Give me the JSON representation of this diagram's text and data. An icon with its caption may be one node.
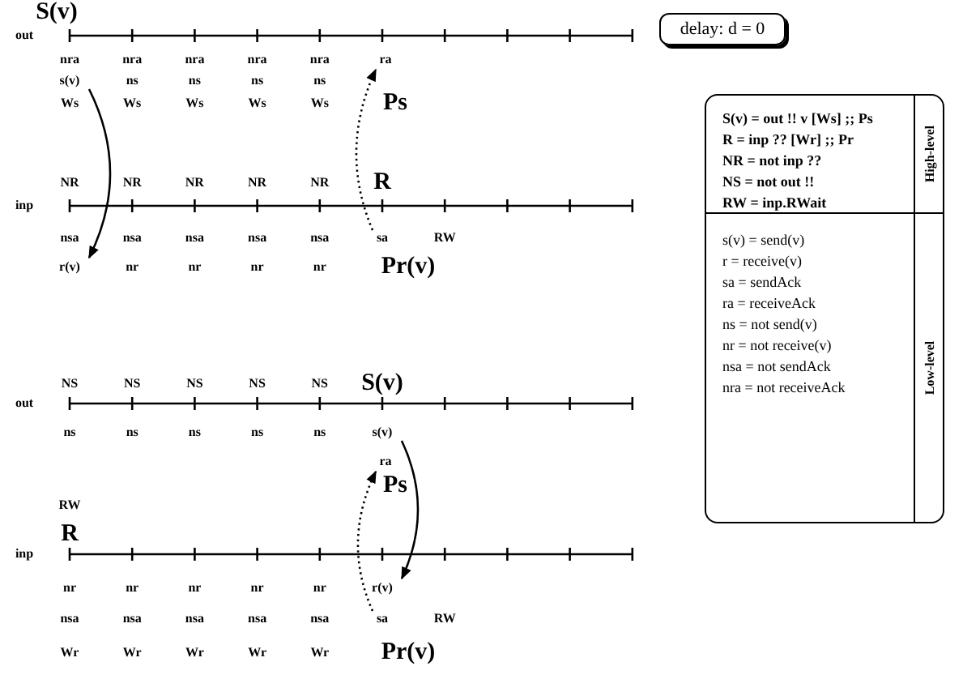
{
  "diagram": {
    "nodes": [
      {
        "text": [
          "s(v)"
        ]
      },
      {
        "text": [
          "r(v)"
        ]
      },
      {
        "text": [
          "sa"
        ]
      },
      {
        "text": [
          "ra"
        ]
      },
      {
        "text": [
          "s(v)"
        ]
      },
      {
        "text": [
          "r(v)"
        ]
      },
      {
        "text": [
          "sa"
        ]
      },
      {
        "text": [
          "ra"
        ]
      },
      {
        "text": [
          "delay: d = 0"
        ]
      },
      {
        "text": [
          "High-level",
          "S(v) = out !! v [Ws] ;; Ps",
          "R = inp ?? [Wr] ;; Pr",
          "NR = not inp ??",
          "NS = not out !!",
          "RW = inp.RWait"
        ]
      },
      {
        "text": [
          "Low-level",
          "s(v) = send(v)",
          "r = receive(v)",
          "sa = sendAck",
          "ra = receiveAck",
          "ns = not send(v)",
          "nr = not receive(v)",
          "nsa = not sendAck",
          "nra = not receiveAck"
        ]
      }
    ],
    "edges": [
      {
        "from": 0,
        "to": 1,
        "arrow": "to"
      },
      {
        "from": 2,
        "to": 3,
        "arrow": "to",
        "style": "dashed"
      },
      {
        "from": 4,
        "to": 5,
        "arrow": "to"
      },
      {
        "from": 6,
        "to": 7,
        "arrow": "to",
        "style": "dashed"
      }
    ],
    "labels": [
      "S(v)",
      "out",
      "nra",
      "nra",
      "nra",
      "nra",
      "nra",
      "ns",
      "ns",
      "ns",
      "ns",
      "Ws",
      "Ws",
      "Ws",
      "Ws",
      "Ws",
      "Ps",
      "NR",
      "NR",
      "NR",
      "NR",
      "NR",
      "R",
      "inp",
      "nsa",
      "nsa",
      "nsa",
      "nsa",
      "nsa",
      "RW",
      "nr",
      "nr",
      "nr",
      "nr",
      "Pr(v)",
      "NS",
      "NS",
      "NS",
      "NS",
      "NS",
      "S(v)",
      "out",
      "ns",
      "ns",
      "ns",
      "ns",
      "ns",
      "Ps",
      "RW",
      "R",
      "inp",
      "nr",
      "nr",
      "nr",
      "nr",
      "nr",
      "nsa",
      "nsa",
      "nsa",
      "nsa",
      "nsa",
      "RW",
      "Wr",
      "Wr",
      "Wr",
      "Wr",
      "Wr",
      "Pr(v)"
    ]
  }
}
